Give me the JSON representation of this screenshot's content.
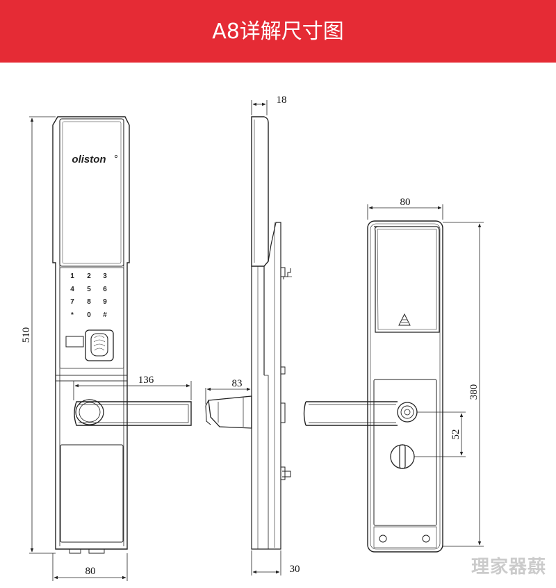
{
  "header": {
    "title": "A8详解尺寸图"
  },
  "colors": {
    "banner": "#e52b35",
    "line": "#222222"
  },
  "brand": {
    "logo_text": "oliston"
  },
  "keypad": {
    "keys": [
      "1",
      "2",
      "3",
      "4",
      "5",
      "6",
      "7",
      "8",
      "9",
      "*",
      "0",
      "#"
    ]
  },
  "dimensions": {
    "front_height": "510",
    "front_width": "80",
    "handle_length": "136",
    "side_top_depth": "18",
    "side_handle_projection": "83",
    "side_bottom_depth": "30",
    "back_width": "80",
    "back_height": "380",
    "back_cylinder_spacing": "52"
  },
  "watermark": "理家器蕻"
}
